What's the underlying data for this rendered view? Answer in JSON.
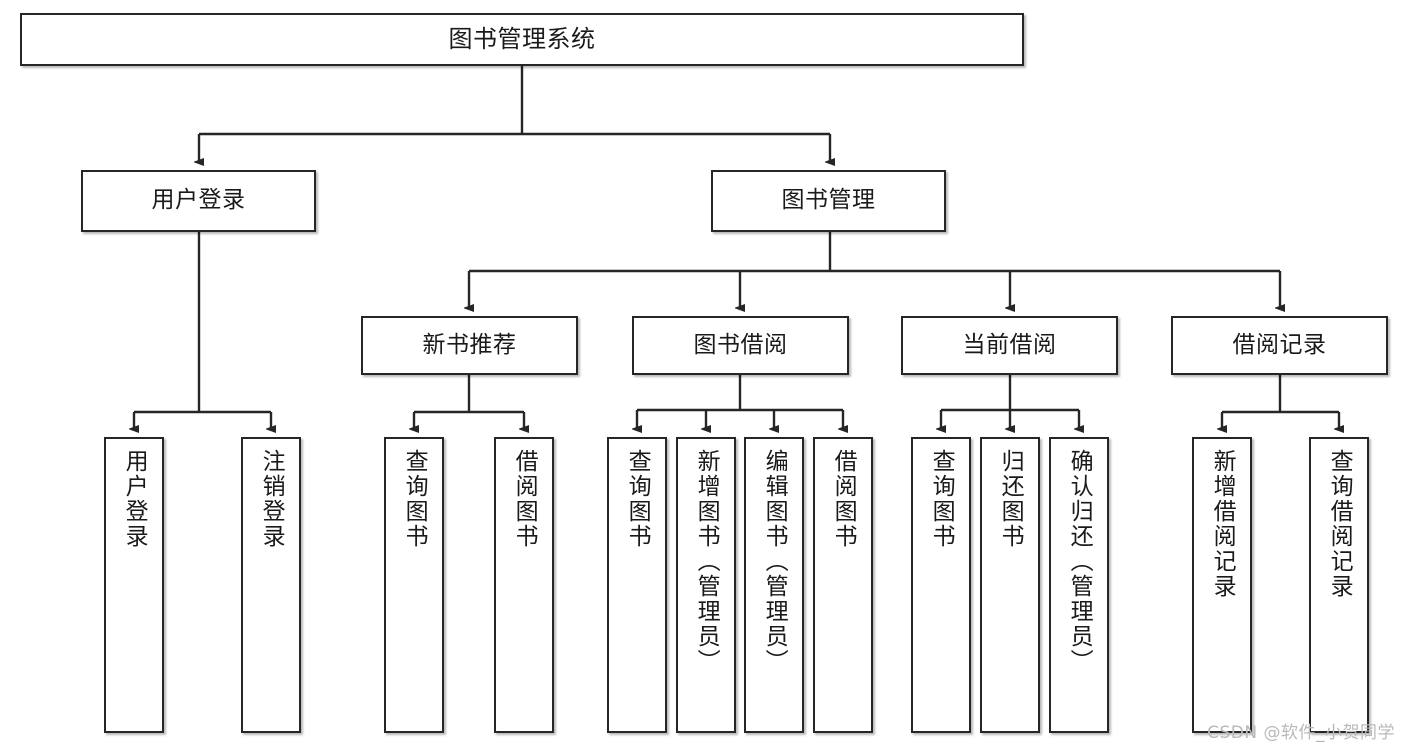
{
  "diagram": {
    "title": "图书管理系统",
    "type": "tree-hierarchy",
    "watermark": "CSDN @软件_小贺同学",
    "colors": {
      "box_border": "#262626",
      "box_fill": "#ffffff",
      "connector": "#262626",
      "text": "#1a1a1a",
      "watermark": "#b9b9b9"
    }
  },
  "nodes": {
    "root": {
      "label": "图书管理系统"
    },
    "level2": [
      {
        "id": "user-login",
        "label": "用户登录"
      },
      {
        "id": "book-management",
        "label": "图书管理"
      }
    ],
    "level3": [
      {
        "id": "new-book-recommend",
        "label": "新书推荐"
      },
      {
        "id": "book-borrow",
        "label": "图书借阅"
      },
      {
        "id": "current-borrow",
        "label": "当前借阅"
      },
      {
        "id": "borrow-record",
        "label": "借阅记录"
      }
    ],
    "leaves": {
      "user-login": [
        {
          "id": "leaf-user-login",
          "label": "用户登录"
        },
        {
          "id": "leaf-user-logout",
          "label": "注销登录"
        }
      ],
      "new-book-recommend": [
        {
          "id": "leaf-query-book-1",
          "label": "查询图书"
        },
        {
          "id": "leaf-borrow-book-1",
          "label": "借阅图书"
        }
      ],
      "book-borrow": [
        {
          "id": "leaf-query-book-2",
          "label": "查询图书"
        },
        {
          "id": "leaf-add-book",
          "label": "新增图书（管理员）"
        },
        {
          "id": "leaf-edit-book",
          "label": "编辑图书（管理员）"
        },
        {
          "id": "leaf-borrow-book-2",
          "label": "借阅图书"
        }
      ],
      "current-borrow": [
        {
          "id": "leaf-query-book-3",
          "label": "查询图书"
        },
        {
          "id": "leaf-return-book",
          "label": "归还图书"
        },
        {
          "id": "leaf-confirm-return",
          "label": "确认归还（管理员）"
        }
      ],
      "borrow-record": [
        {
          "id": "leaf-add-record",
          "label": "新增借阅记录"
        },
        {
          "id": "leaf-query-record",
          "label": "查询借阅记录"
        }
      ]
    }
  }
}
